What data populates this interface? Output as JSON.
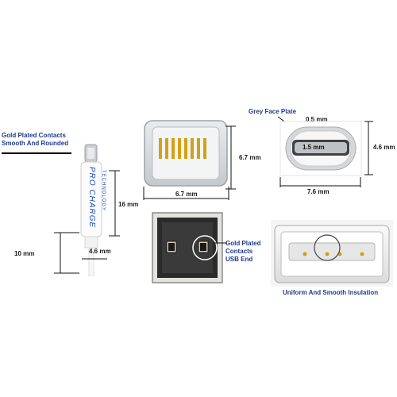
{
  "labels": {
    "gold_plated_line1": "Gold Plated Contacts",
    "gold_plated_line2": "Smooth And Rounded",
    "grey_face_plate": "Grey Face Plate",
    "usb_gold_line1": "Gold Plated",
    "usb_gold_line2": "Contacts",
    "usb_gold_line3": "USB End",
    "insulation": "Uniform And Smooth Insulation"
  },
  "dimensions": {
    "cable_16": "16 mm",
    "cable_10": "10 mm",
    "cable_4_6": "4.6 mm",
    "plug_width": "6.7 mm",
    "plug_height": "6.7 mm",
    "face_0_5": "0.5 mm",
    "face_1_5": "1.5 mm",
    "face_4_6": "4.6 mm",
    "face_7_6": "7.6 mm"
  },
  "cable_print": {
    "brand": "PRO CHARGE",
    "tech": "TECHNOLOGY"
  },
  "colors": {
    "label_blue": "#1f3a8a",
    "gold": "#d4a017",
    "dimension_line": "#111111"
  }
}
